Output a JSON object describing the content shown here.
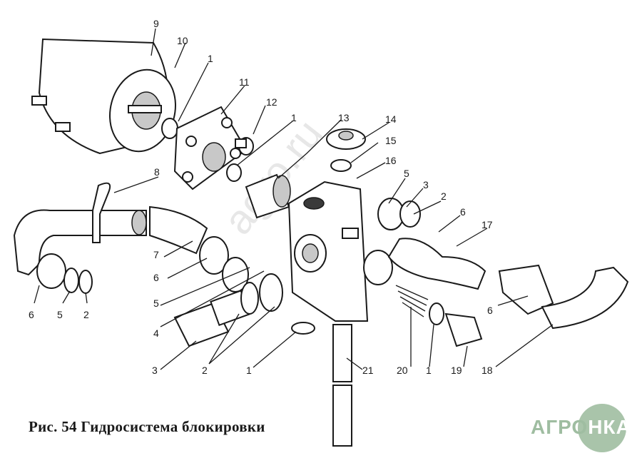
{
  "figure": {
    "caption": "Рис. 54  Гидросистема блокировки",
    "watermark": "agro.ru",
    "logo": {
      "text_left": "АГРО",
      "text_right": "НКА",
      "color": "#9fbda1"
    },
    "callouts": [
      {
        "id": "c9",
        "text": "9"
      },
      {
        "id": "c10",
        "text": "10"
      },
      {
        "id": "c1a",
        "text": "1"
      },
      {
        "id": "c11",
        "text": "11"
      },
      {
        "id": "c12",
        "text": "12"
      },
      {
        "id": "c1b",
        "text": "1"
      },
      {
        "id": "c13",
        "text": "13"
      },
      {
        "id": "c14",
        "text": "14"
      },
      {
        "id": "c15",
        "text": "15"
      },
      {
        "id": "c16",
        "text": "16"
      },
      {
        "id": "c5a",
        "text": "5"
      },
      {
        "id": "c3a",
        "text": "3"
      },
      {
        "id": "c2a",
        "text": "2"
      },
      {
        "id": "c6a",
        "text": "6"
      },
      {
        "id": "c17",
        "text": "17"
      },
      {
        "id": "c8",
        "text": "8"
      },
      {
        "id": "c7",
        "text": "7"
      },
      {
        "id": "c6b",
        "text": "6"
      },
      {
        "id": "c5b",
        "text": "5"
      },
      {
        "id": "c4",
        "text": "4"
      },
      {
        "id": "c3b",
        "text": "3"
      },
      {
        "id": "c2b",
        "text": "2"
      },
      {
        "id": "c1c",
        "text": "1"
      },
      {
        "id": "c21",
        "text": "21"
      },
      {
        "id": "c20",
        "text": "20"
      },
      {
        "id": "c1d",
        "text": "1"
      },
      {
        "id": "c19",
        "text": "19"
      },
      {
        "id": "c18",
        "text": "18"
      },
      {
        "id": "c6c",
        "text": "6"
      },
      {
        "id": "c6d",
        "text": "6"
      },
      {
        "id": "c5c",
        "text": "5"
      },
      {
        "id": "c2c",
        "text": "2"
      }
    ]
  }
}
